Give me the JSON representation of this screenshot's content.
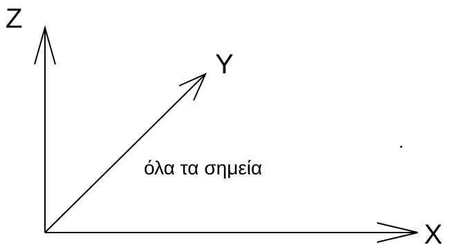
{
  "axes": {
    "z_label": "Z",
    "y_label": "Y",
    "x_label": "X"
  },
  "region_label": "όλα τα σημεία",
  "colors": {
    "ink": "#000000",
    "background": "#ffffff"
  }
}
